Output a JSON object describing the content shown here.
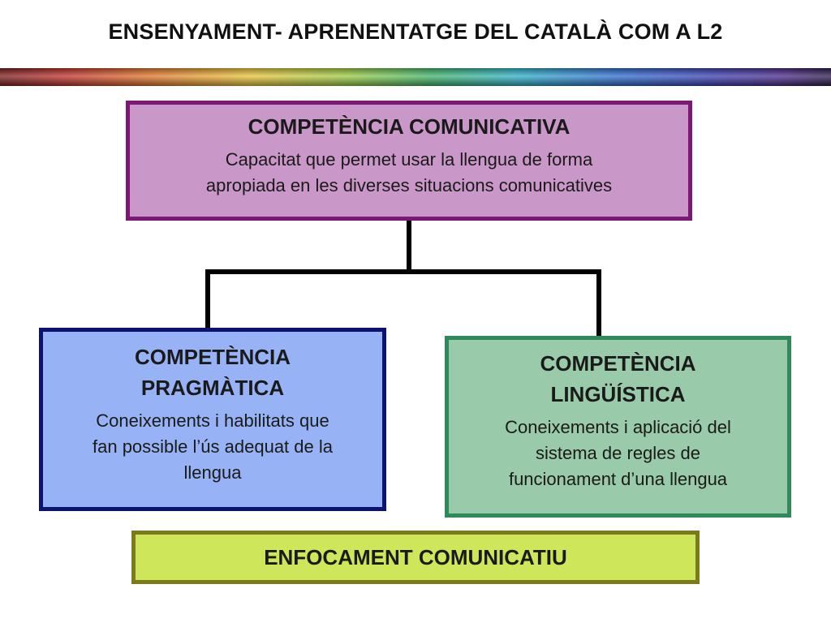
{
  "title": "ENSENYAMENT- APRENENTATGE DEL CATALÀ COM A L2",
  "top_box": {
    "heading": "COMPETÈNCIA  COMUNICATIVA",
    "line1": "Capacitat que permet usar la llengua de forma",
    "line2": "apropiada en les diverses situacions comunicatives"
  },
  "left_box": {
    "heading1": "COMPETÈNCIA",
    "heading2": "PRAGMÀTICA",
    "line1": "Coneixements i habilitats que",
    "line2": "fan possible l’ús adequat de la",
    "line3": "llengua"
  },
  "right_box": {
    "heading1": "COMPETÈNCIA",
    "heading2": "LINGÜÍSTICA",
    "line1": "Coneixements i aplicació del",
    "line2": "sistema de regles de",
    "line3": "funcionament d’una llengua"
  },
  "bottom_box": {
    "heading": "ENFOCAMENT  COMUNICATIU"
  },
  "colors": {
    "top_fill": "#c997c8",
    "top_border": "#7c1777",
    "left_fill": "#98b3f5",
    "left_border": "#0c1270",
    "right_fill": "#99cbaa",
    "right_border": "#2f8a5a",
    "bottom_fill": "#cde65a",
    "bottom_border": "#7b7a1d"
  }
}
